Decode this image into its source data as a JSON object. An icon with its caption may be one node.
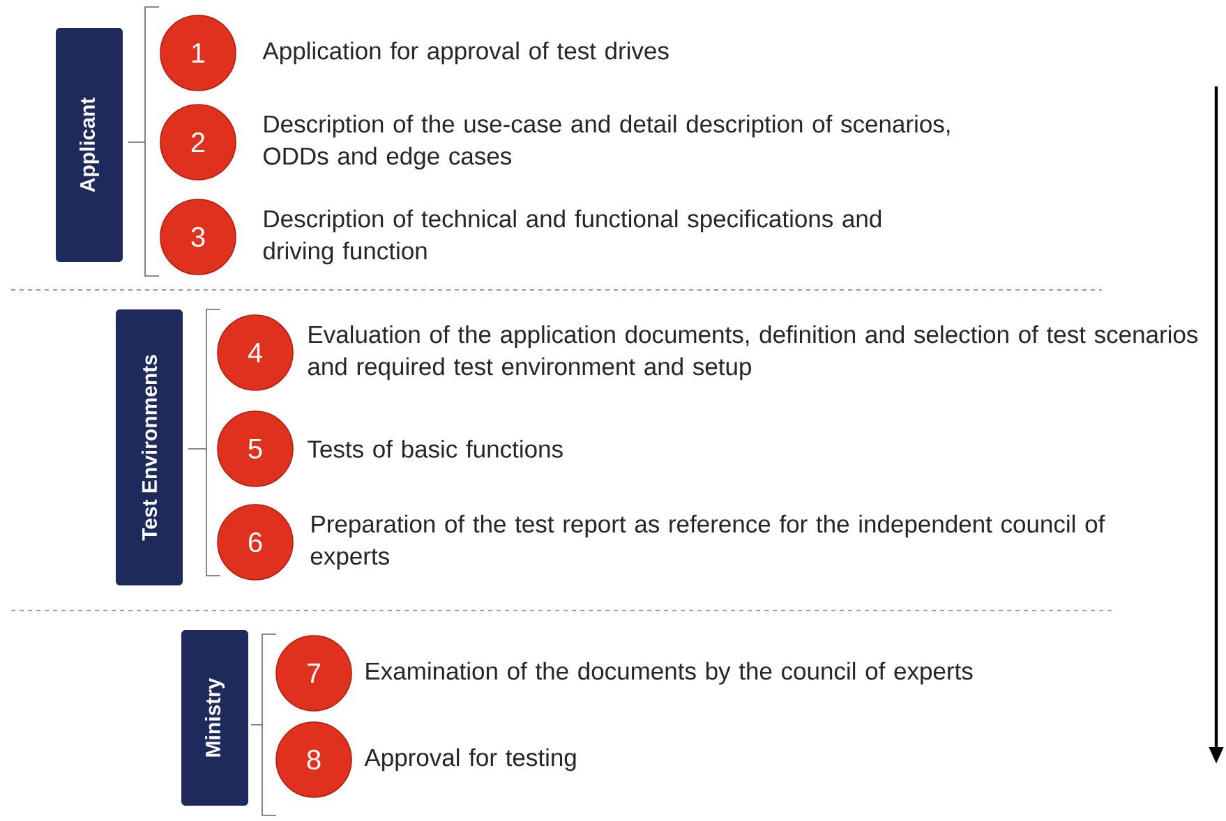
{
  "diagram": {
    "nodes": [
      {
        "text": [
          "Applicant"
        ]
      },
      {
        "text": [
          "1"
        ],
        "beside": [
          "Application for approval of test drives"
        ]
      },
      {
        "text": [
          "2"
        ],
        "beside": [
          "Description of the use-case and detail description of scenarios, ODDs and edge cases"
        ]
      },
      {
        "text": [
          "3"
        ],
        "beside": [
          "Description of technical and functional specifications and driving function"
        ]
      },
      {
        "text": [
          "Test Environments"
        ]
      },
      {
        "text": [
          "4"
        ],
        "beside": [
          "Evaluation of the application documents, definition and selection of test scenarios and required test environment and setup"
        ]
      },
      {
        "text": [
          "5"
        ],
        "beside": [
          "Tests of basic functions"
        ]
      },
      {
        "text": [
          "6"
        ],
        "beside": [
          "Preparation of the test report as reference for the independent council of experts"
        ]
      },
      {
        "text": [
          "Ministry"
        ]
      },
      {
        "text": [
          "7"
        ],
        "beside": [
          "Examination of the documents by the council of experts"
        ]
      },
      {
        "text": [
          "8"
        ],
        "beside": [
          "Approval for testing"
        ]
      }
    ]
  }
}
